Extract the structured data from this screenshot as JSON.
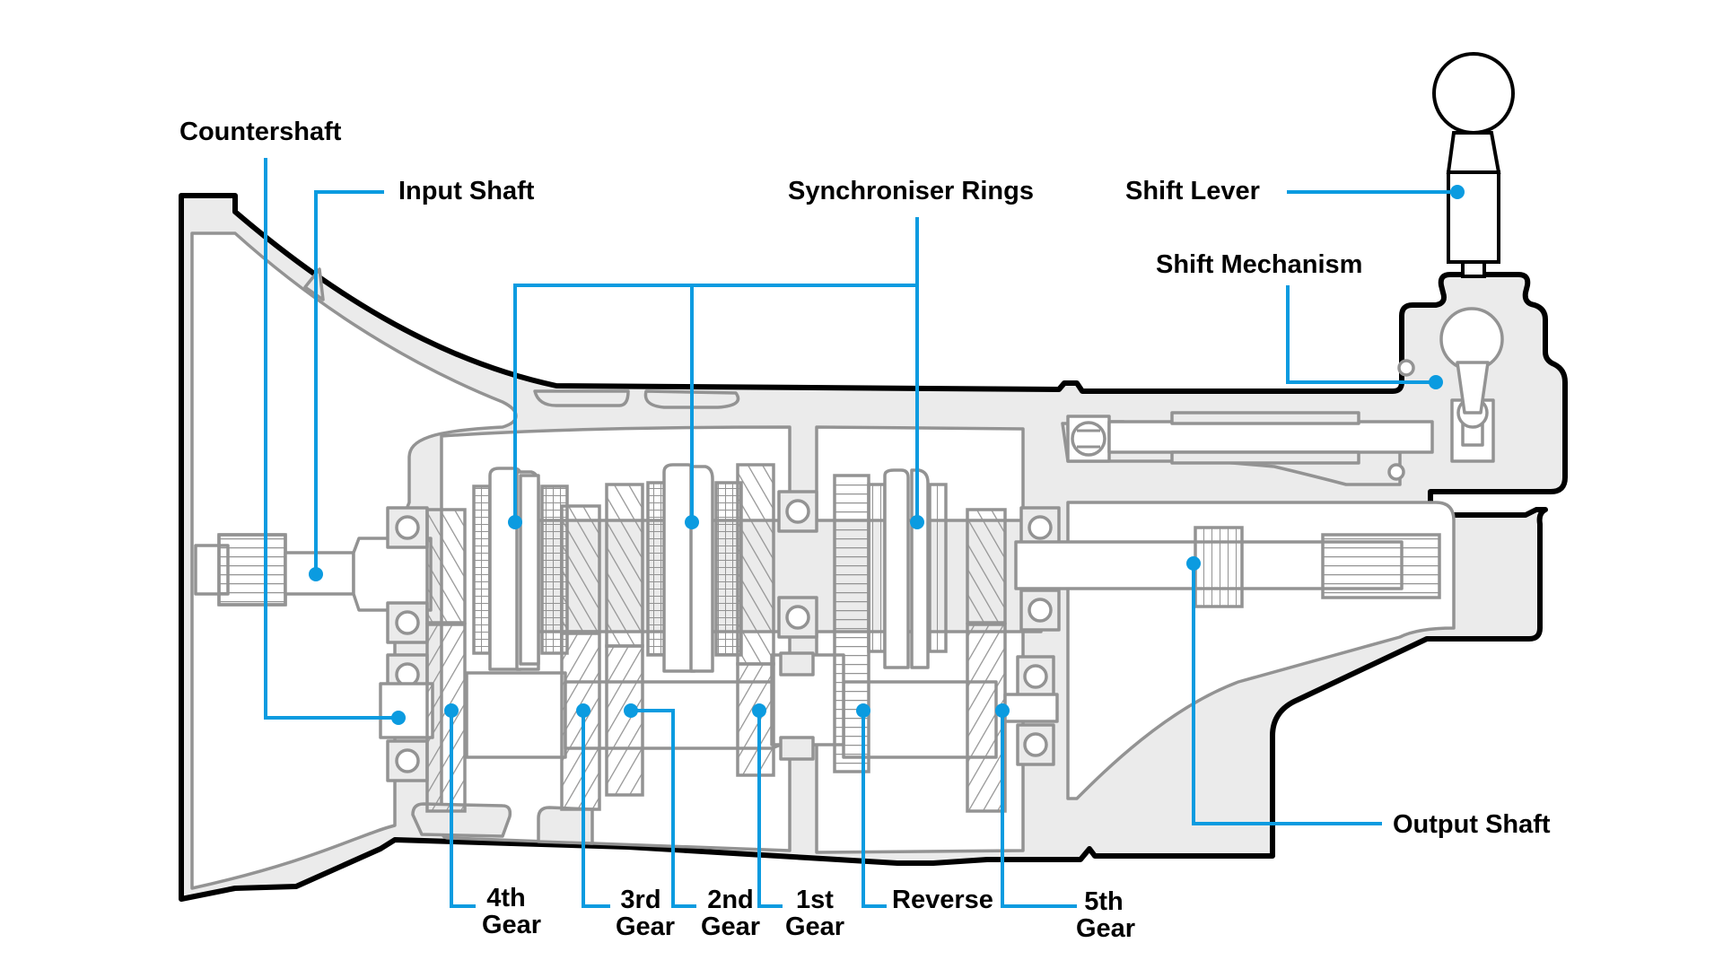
{
  "diagram": {
    "title": "Manual Transmission Cutaway",
    "accent_color": "#0b9be0",
    "housing_outline_color": "#000000",
    "part_stroke_color": "#939393",
    "part_fill_color": "#ebebeb",
    "labels": {
      "countershaft": "Countershaft",
      "input_shaft": "Input Shaft",
      "synchroniser_rings": "Synchroniser Rings",
      "shift_lever": "Shift Lever",
      "shift_mechanism": "Shift Mechanism",
      "output_shaft": "Output Shaft",
      "gear_4th_line1": "4th",
      "gear_4th_line2": "Gear",
      "gear_3rd_line1": "3rd",
      "gear_3rd_line2": "Gear",
      "gear_2nd_line1": "2nd",
      "gear_2nd_line2": "Gear",
      "gear_1st_line1": "1st",
      "gear_1st_line2": "Gear",
      "reverse": "Reverse",
      "gear_5th_line1": "5th",
      "gear_5th_line2": "Gear"
    },
    "components": [
      "countershaft",
      "input-shaft",
      "synchroniser-rings",
      "shift-lever",
      "shift-mechanism",
      "output-shaft",
      "4th-gear",
      "3rd-gear",
      "2nd-gear",
      "1st-gear",
      "reverse-gear",
      "5th-gear"
    ]
  }
}
